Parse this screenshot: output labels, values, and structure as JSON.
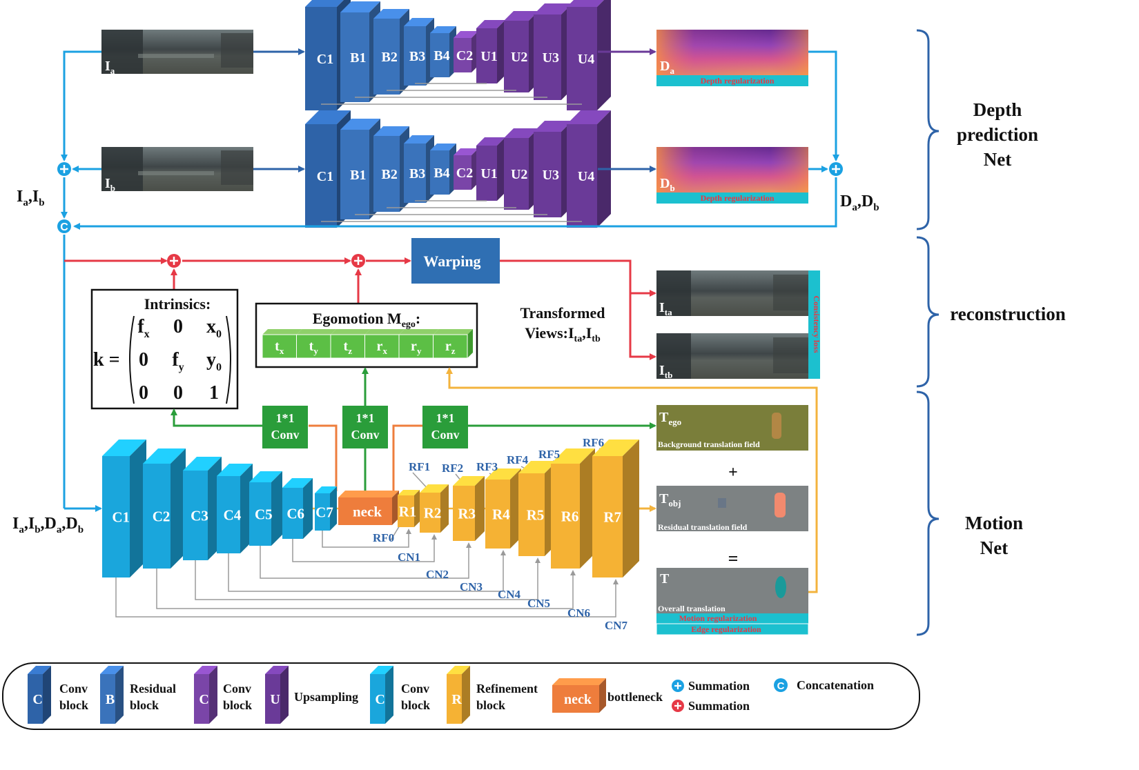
{
  "colors": {
    "conv_blue": "#2e63a8",
    "residual_blue": "#3a73bb",
    "conv_purple": "#7a45a8",
    "upsample_purple": "#6a3a98",
    "motion_cyan": "#1aa6dc",
    "refine_orange": "#f5b234",
    "neck_orange": "#ee7d3c",
    "warp_box": "#2f6fb3",
    "green": "#2a9d3a",
    "red_line": "#e63946",
    "cyan_line": "#1ba1e2",
    "orange_line": "#f3b33d",
    "gray_line": "#9a9a9a",
    "brace": "#2e63a8"
  },
  "depth_net": {
    "row1_blocks": [
      "C1",
      "B1",
      "B2",
      "B3",
      "B4",
      "C2",
      "U1",
      "U2",
      "U3",
      "U4"
    ],
    "row2_blocks": [
      "C1",
      "B1",
      "B2",
      "B3",
      "B4",
      "C2",
      "U1",
      "U2",
      "U3",
      "U4"
    ],
    "input_a": "I",
    "input_a_sub": "a",
    "input_b": "I",
    "input_b_sub": "b",
    "output_a": "D",
    "output_a_sub": "a",
    "output_b": "D",
    "output_b_sub": "b",
    "depth_reg": "Depth regularization",
    "left_label": "Ia,Ib",
    "right_label": "Da,Db"
  },
  "reconstruction": {
    "warping": "Warping",
    "intrinsics_title": "Intrinsics:",
    "k_label": "k =",
    "matrix": [
      [
        "f",
        "x",
        "0",
        "",
        "x",
        "0"
      ],
      [
        "0",
        "",
        "f",
        "y",
        "y",
        "0"
      ],
      [
        "0",
        "",
        "0",
        "",
        "1",
        ""
      ]
    ],
    "egomotion_title": "Egomotion M",
    "egomotion_sub": "ego",
    "egomotion_colon": ":",
    "ego_cells": [
      [
        "t",
        "x"
      ],
      [
        "t",
        "y"
      ],
      [
        "t",
        "z"
      ],
      [
        "r",
        "x"
      ],
      [
        "r",
        "y"
      ],
      [
        "r",
        "z"
      ]
    ],
    "transformed_line1": "Transformed",
    "transformed_line2": "Views:I",
    "ita": "I",
    "ita_sub": "ta",
    "itb": "I",
    "itb_sub": "tb",
    "consistency_loss": "Consistency loss"
  },
  "motion_net": {
    "enc_blocks": [
      "C1",
      "C2",
      "C3",
      "C4",
      "C5",
      "C6",
      "C7"
    ],
    "neck": "neck",
    "ref_blocks": [
      "R1",
      "R2",
      "R3",
      "R4",
      "R5",
      "R6",
      "R7"
    ],
    "rf_labels": [
      "RF0",
      "RF1",
      "RF2",
      "RF3",
      "RF4",
      "RF5",
      "RF6"
    ],
    "cn_labels": [
      "CN1",
      "CN2",
      "CN3",
      "CN4",
      "CN5",
      "CN6",
      "CN7"
    ],
    "conv1": [
      "1*1",
      "Conv"
    ],
    "input_label": "Ia,Ib,Da,Db",
    "t_ego": "T",
    "t_ego_sub": "ego",
    "t_ego_caption": "Background translation field",
    "plus": "+",
    "t_obj": "T",
    "t_obj_sub": "obj",
    "t_obj_caption": "Residual translation field",
    "equals": "=",
    "t_total": "T",
    "t_total_caption": "Overall translation",
    "motion_reg": "Motion regularization",
    "edge_reg": "Edge regularization"
  },
  "braces": {
    "depth": [
      "Depth",
      "prediction",
      "Net"
    ],
    "recon": [
      "reconstruction"
    ],
    "motion": [
      "Motion",
      "Net"
    ]
  },
  "legend": [
    {
      "letter": "C",
      "color": "#2e63a8",
      "text": [
        "Conv",
        "block"
      ]
    },
    {
      "letter": "B",
      "color": "#3a73bb",
      "text": [
        "Residual",
        "block"
      ]
    },
    {
      "letter": "C",
      "color": "#7a45a8",
      "text": [
        "Conv",
        "block"
      ]
    },
    {
      "letter": "U",
      "color": "#6a3a98",
      "text": [
        "Upsampling"
      ]
    },
    {
      "letter": "C",
      "color": "#1aa6dc",
      "text": [
        "Conv",
        "block"
      ]
    },
    {
      "letter": "R",
      "color": "#f5b234",
      "text": [
        "Refinement",
        "block"
      ]
    },
    {
      "letter": "neck",
      "color": "#ee7d3c",
      "text": [
        "bottleneck"
      ]
    }
  ],
  "legend_symbols": {
    "sum_blue": "Summation",
    "sum_red": "Summation",
    "concat": "Concatenation"
  }
}
